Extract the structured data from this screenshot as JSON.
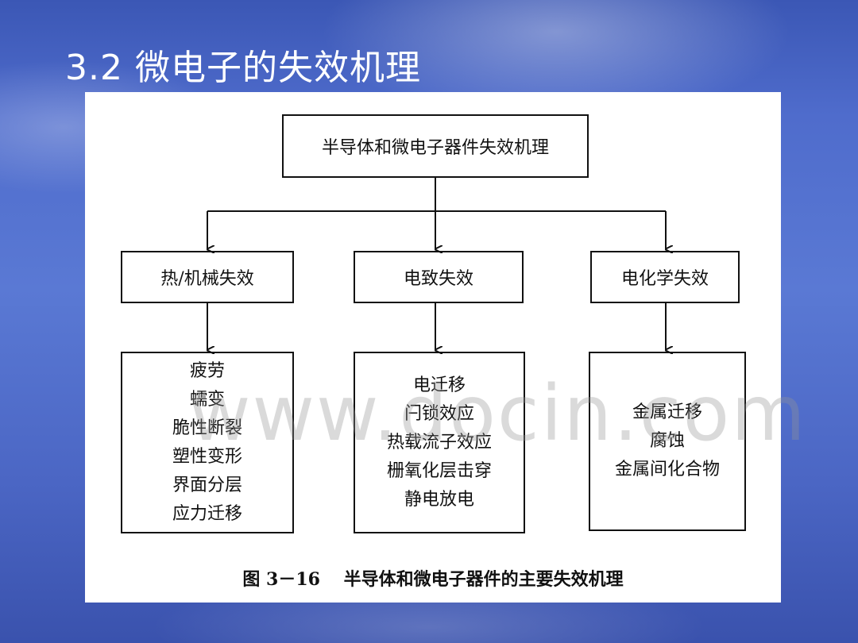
{
  "slide": {
    "title": "3.2 微电子的失效机理"
  },
  "diagram": {
    "root": "半导体和微电子器件失效机理",
    "categories": [
      {
        "label": "热/机械失效",
        "items": [
          "疲劳",
          "蠕变",
          "脆性断裂",
          "塑性变形",
          "界面分层",
          "应力迁移"
        ]
      },
      {
        "label": "电致失效",
        "items": [
          "电迁移",
          "闩锁效应",
          "热载流子效应",
          "栅氧化层击穿",
          "静电放电"
        ]
      },
      {
        "label": "电化学失效",
        "items": [
          "金属迁移",
          "腐蚀",
          "金属间化合物"
        ]
      }
    ],
    "caption": "图 3－16　 半导体和微电子器件的主要失效机理"
  },
  "watermark": "www.docin.com"
}
